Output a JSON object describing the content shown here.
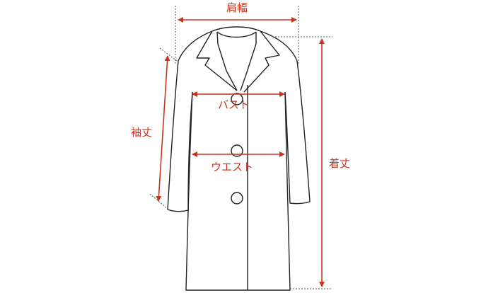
{
  "labels": {
    "shoulder_width": "肩幅",
    "bust": "バスト",
    "waist": "ウエスト",
    "sleeve_length": "袖丈",
    "total_length": "着丈"
  },
  "colors": {
    "measure": "#c8341f",
    "outline": "#222222",
    "guide": "#555555"
  }
}
